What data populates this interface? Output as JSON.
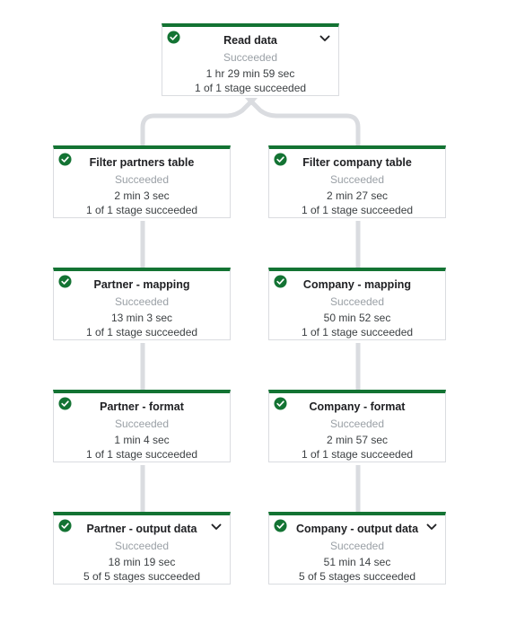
{
  "graph": {
    "status_color": "#137333",
    "connector_color": "#dadce0",
    "nodes": [
      {
        "title": "Read data",
        "status": "Succeeded",
        "duration": "1 hr 29 min 59 sec",
        "stages": "1 of 1 stage succeeded",
        "icon": "check-circle-icon",
        "expandable": true
      },
      {
        "title": "Filter partners table",
        "status": "Succeeded",
        "duration": "2 min 3 sec",
        "stages": "1 of 1 stage succeeded",
        "icon": "check-circle-icon",
        "expandable": false
      },
      {
        "title": "Filter company table",
        "status": "Succeeded",
        "duration": "2 min 27 sec",
        "stages": "1 of 1 stage succeeded",
        "icon": "check-circle-icon",
        "expandable": false
      },
      {
        "title": "Partner - mapping",
        "status": "Succeeded",
        "duration": "13 min 3 sec",
        "stages": "1 of 1 stage succeeded",
        "icon": "check-circle-icon",
        "expandable": false
      },
      {
        "title": "Company - mapping",
        "status": "Succeeded",
        "duration": "50 min 52 sec",
        "stages": "1 of 1 stage succeeded",
        "icon": "check-circle-icon",
        "expandable": false
      },
      {
        "title": "Partner - format",
        "status": "Succeeded",
        "duration": "1 min 4 sec",
        "stages": "1 of 1 stage succeeded",
        "icon": "check-circle-icon",
        "expandable": false
      },
      {
        "title": "Company - format",
        "status": "Succeeded",
        "duration": "2 min 57 sec",
        "stages": "1 of 1 stage succeeded",
        "icon": "check-circle-icon",
        "expandable": false
      },
      {
        "title": "Partner - output data",
        "status": "Succeeded",
        "duration": "18 min 19 sec",
        "stages": "5 of 5 stages succeeded",
        "icon": "check-circle-icon",
        "expandable": true
      },
      {
        "title": "Company - output data",
        "status": "Succeeded",
        "duration": "51 min 14 sec",
        "stages": "5 of 5 stages succeeded",
        "icon": "check-circle-icon",
        "expandable": true
      }
    ]
  }
}
